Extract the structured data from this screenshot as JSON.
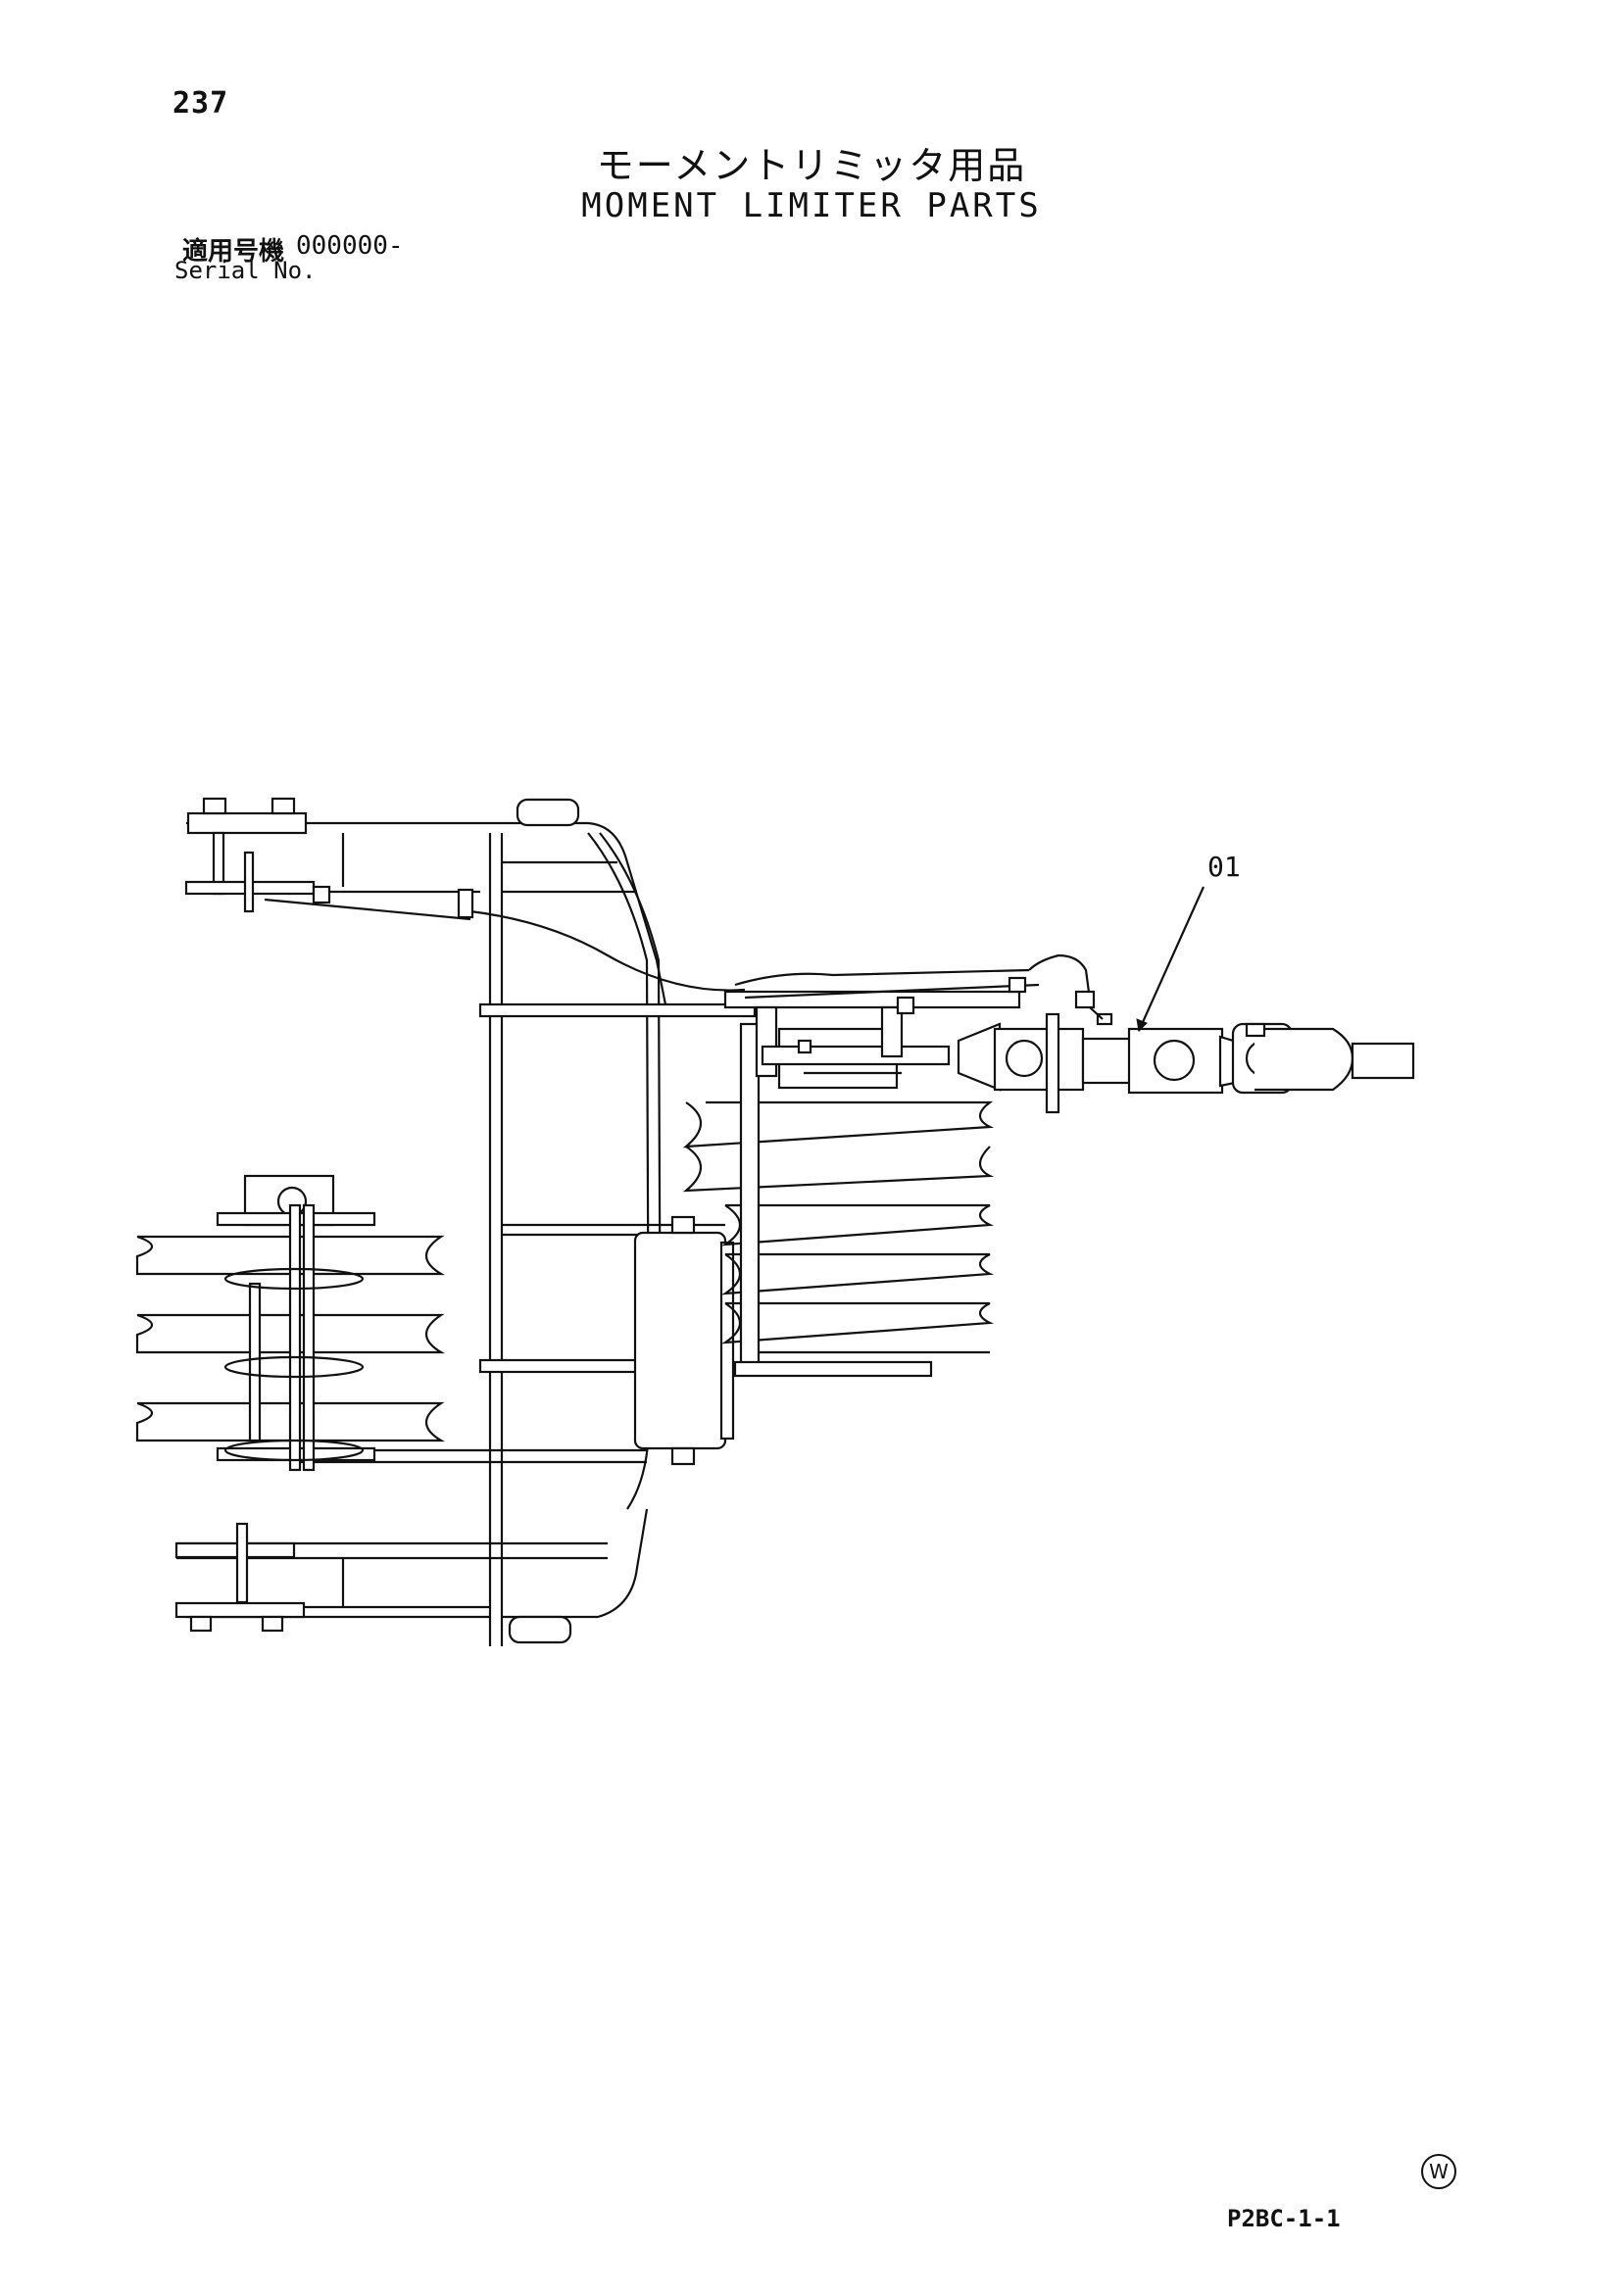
{
  "page_number": "237",
  "title_jp": "モーメントリミッタ用品",
  "title_en": "MOMENT LIMITER PARTS",
  "serial_label_jp": "適用号機",
  "serial_value": "000000-",
  "serial_label_en": "Serial No.",
  "callout_label": "01",
  "copyright_mark": "W",
  "drawing_code": "P2BC-1-1"
}
